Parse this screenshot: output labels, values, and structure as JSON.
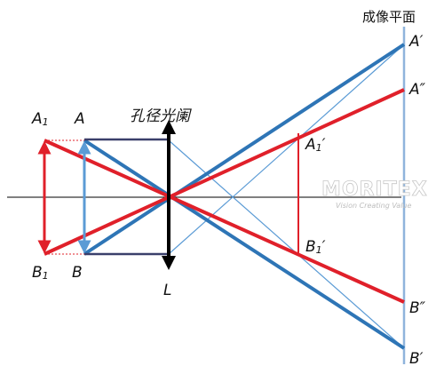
{
  "colors": {
    "blue": "#2e75b6",
    "red": "#e0202a",
    "light_blue": "#5b9bd5",
    "dark": "#3a3f6b",
    "black": "#000000"
  },
  "labels": {
    "image_plane": "成像平面",
    "aperture": "孔径光阑",
    "A1_base": "A",
    "A1_sub": "1",
    "A": "A",
    "B1_base": "B",
    "B1_sub": "1",
    "B": "B",
    "L": "L",
    "A1p_base": "A",
    "A1p_sub": "1",
    "A1p_prime": "′",
    "B1p_base": "B",
    "B1p_sub": "1",
    "B1p_prime": "′",
    "A_prime": "A′",
    "A_dprime": "A″",
    "B_prime": "B′",
    "B_dprime": "B″"
  },
  "watermark": {
    "brand": "MORITEX",
    "tagline": "Vision Creating Value"
  }
}
